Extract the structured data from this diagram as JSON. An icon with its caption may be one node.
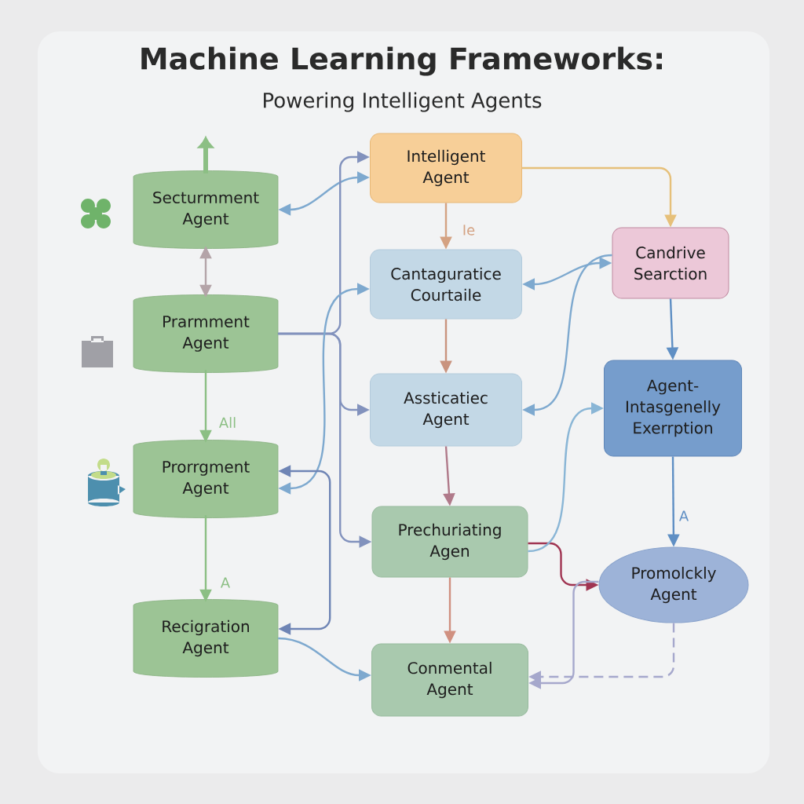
{
  "diagram": {
    "title": "Machine Learning Frameworks:",
    "nodes": [
      {
        "text": [
          "Secturmment Agent"
        ]
      },
      {
        "text": [
          "Prarmment Agent"
        ]
      },
      {
        "text": [
          "Prorrgment Agent"
        ]
      },
      {
        "text": [
          "Recigration Agent"
        ]
      },
      {
        "text": [
          "Intelligent Agent"
        ]
      },
      {
        "text": [
          "Cantaguratice Courtaile"
        ]
      },
      {
        "text": [
          "Assticatiec Agent"
        ]
      },
      {
        "text": [
          "Prechuriating Agen"
        ]
      },
      {
        "text": [
          "Conmental Agent"
        ]
      },
      {
        "text": [
          "Candrive Searction"
        ]
      },
      {
        "text": [
          "Agent- Intasgenelly Exerrption"
        ]
      },
      {
        "text": [
          "Promolckly Agent"
        ]
      }
    ],
    "edges": [
      {
        "from": 0,
        "to": null,
        "arrow": "to",
        "style": "thick",
        "color": "#8cbf84"
      },
      {
        "from": 0,
        "to": 1,
        "arrow": "both",
        "color": "#b4a4a8"
      },
      {
        "from": 1,
        "to": 2,
        "arrow": "to",
        "label": "All",
        "color": "#8cbf84"
      },
      {
        "from": 2,
        "to": 3,
        "arrow": "to",
        "label": "A",
        "color": "#8cbf84"
      },
      {
        "from": 4,
        "to": 5,
        "arrow": "to",
        "label": "Ie",
        "color": "#d4a282"
      },
      {
        "from": 5,
        "to": 6,
        "arrow": "to",
        "color": "#c9937e"
      },
      {
        "from": 6,
        "to": 7,
        "arrow": "to",
        "color": "#b07a8a"
      },
      {
        "from": 7,
        "to": 8,
        "arrow": "to",
        "color": "#d09080"
      },
      {
        "from": 4,
        "to": 9,
        "arrow": "to",
        "color": "#e6c07a"
      },
      {
        "from": 9,
        "to": 10,
        "arrow": "to",
        "color": "#5f8fc4"
      },
      {
        "from": 10,
        "to": 11,
        "arrow": "to",
        "label": "A",
        "color": "#5f8fc4"
      },
      {
        "from": 7,
        "to": 11,
        "arrow": "to",
        "color": "#a03552"
      },
      {
        "from": 11,
        "to": 8,
        "arrow": "to",
        "style": "dashed",
        "color": "#a6a8cc"
      },
      {
        "from": 11,
        "to": 8,
        "arrow": "to",
        "color": "#a6a8cc"
      },
      {
        "from": 7,
        "to": 10,
        "arrow": "to",
        "color": "#8ab6d6"
      },
      {
        "from": 9,
        "to": 5,
        "arrow": "both",
        "color": "#7ea9cf"
      },
      {
        "from": 9,
        "to": 6,
        "arrow": "to",
        "color": "#7ea9cf"
      },
      {
        "from": 0,
        "to": 4,
        "arrow": "both",
        "color": "#7ea9cf"
      },
      {
        "from": 1,
        "to": 4,
        "arrow": "to",
        "color": "#8292bd"
      },
      {
        "from": 1,
        "to": 6,
        "arrow": "to",
        "color": "#8292bd"
      },
      {
        "from": 1,
        "to": 7,
        "arrow": "to",
        "color": "#8292bd"
      },
      {
        "from": 2,
        "to": 5,
        "arrow": "both",
        "color": "#7ea9cf"
      },
      {
        "from": 3,
        "to": 2,
        "arrow": "both",
        "color": "#6f85b5"
      },
      {
        "from": 3,
        "to": 8,
        "arrow": "to",
        "color": "#7ea9cf"
      }
    ],
    "labels": [
      "Powering Intelligent Agents"
    ]
  }
}
